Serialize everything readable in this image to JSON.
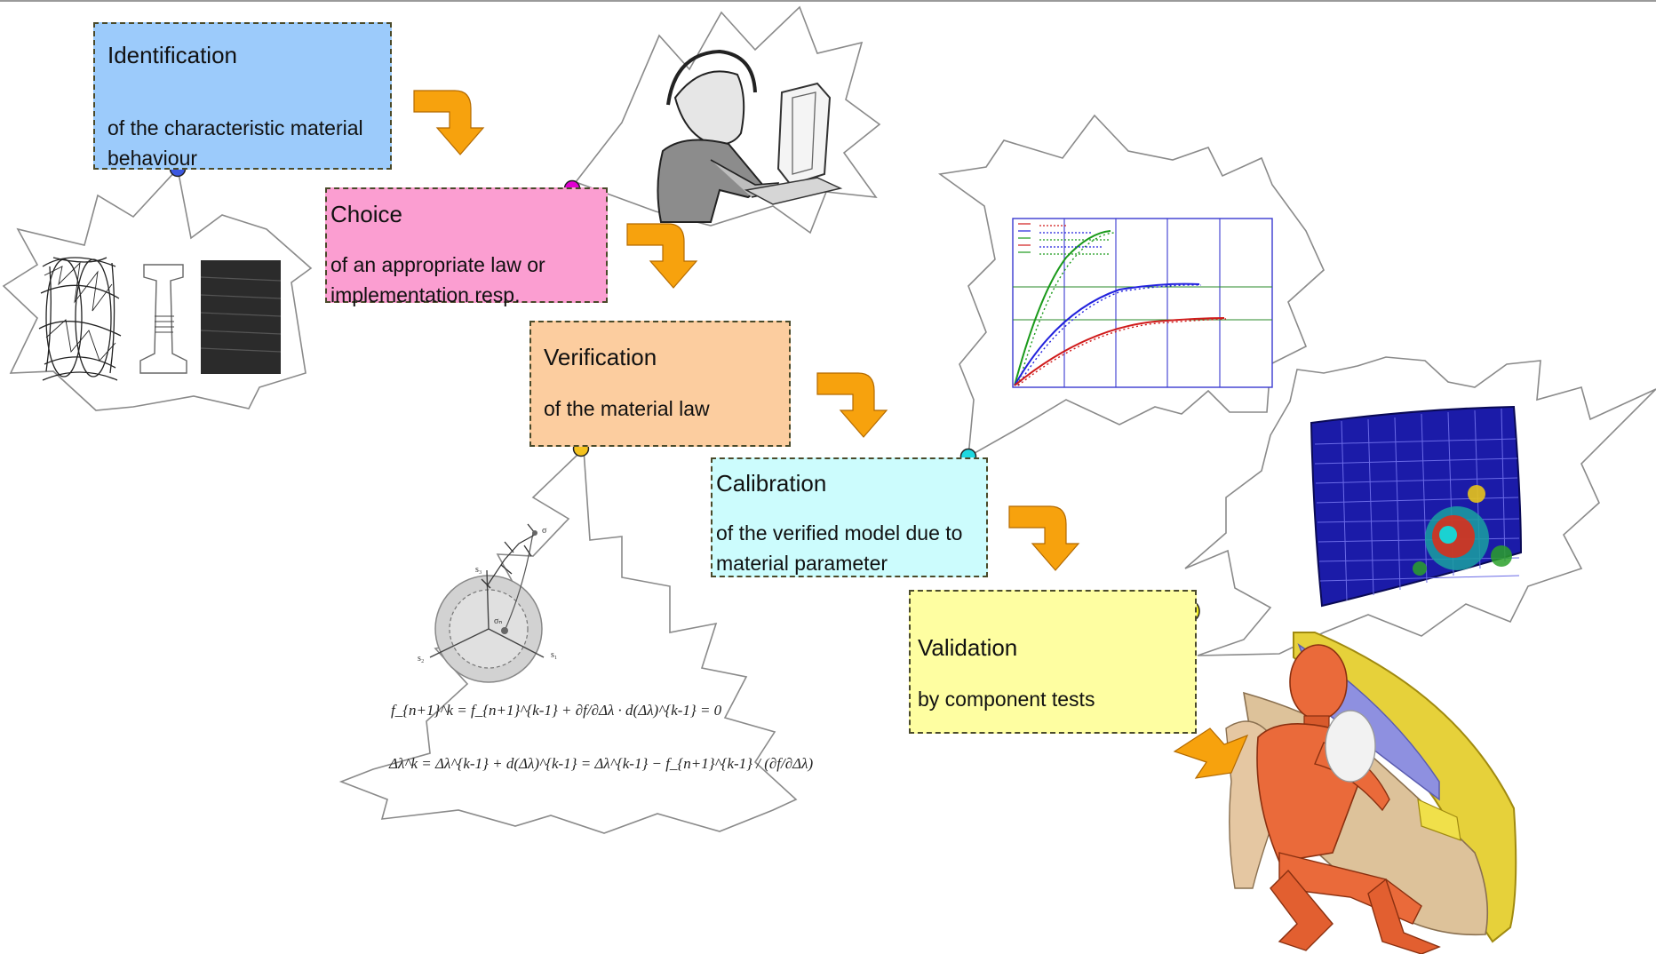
{
  "steps": [
    {
      "id": "identification",
      "title": "Identification",
      "subtitle": "of the characteristic material behaviour",
      "fill": "#9ccbfb",
      "connector": "#3b57e0"
    },
    {
      "id": "choice",
      "title": "Choice",
      "subtitle": "of an appropriate law or implementation resp.",
      "fill": "#fb9ed1",
      "connector": "#e000d0"
    },
    {
      "id": "verification",
      "title": "Verification",
      "subtitle": "of the material law",
      "fill": "#fccd9f",
      "connector": "#f4c21e"
    },
    {
      "id": "calibration",
      "title": "Calibration",
      "subtitle": "of the verified model due to material parameter",
      "fill": "#ccfcfd",
      "connector": "#1ed8e0"
    },
    {
      "id": "validation",
      "title": "Validation",
      "subtitle": "by component tests",
      "fill": "#fefea1",
      "connector": "#f4f01e"
    }
  ],
  "arrow_color": "#f7a20d",
  "formulas": {
    "line1": "f_{n+1}^k = f_{n+1}^{k-1} + ∂f/∂Δλ · d(Δλ)^{k-1} = 0",
    "line2": "Δλ^k = Δλ^{k-1} + d(Δλ)^{k-1} = Δλ^{k-1} − f_{n+1}^{k-1} / (∂f/∂Δλ)"
  },
  "icons": [
    "specimen-micrograph",
    "person-at-computer",
    "curve-fit-plot",
    "fe-crash-mesh",
    "crash-dummy-car-door",
    "yield-surface-sketch"
  ]
}
